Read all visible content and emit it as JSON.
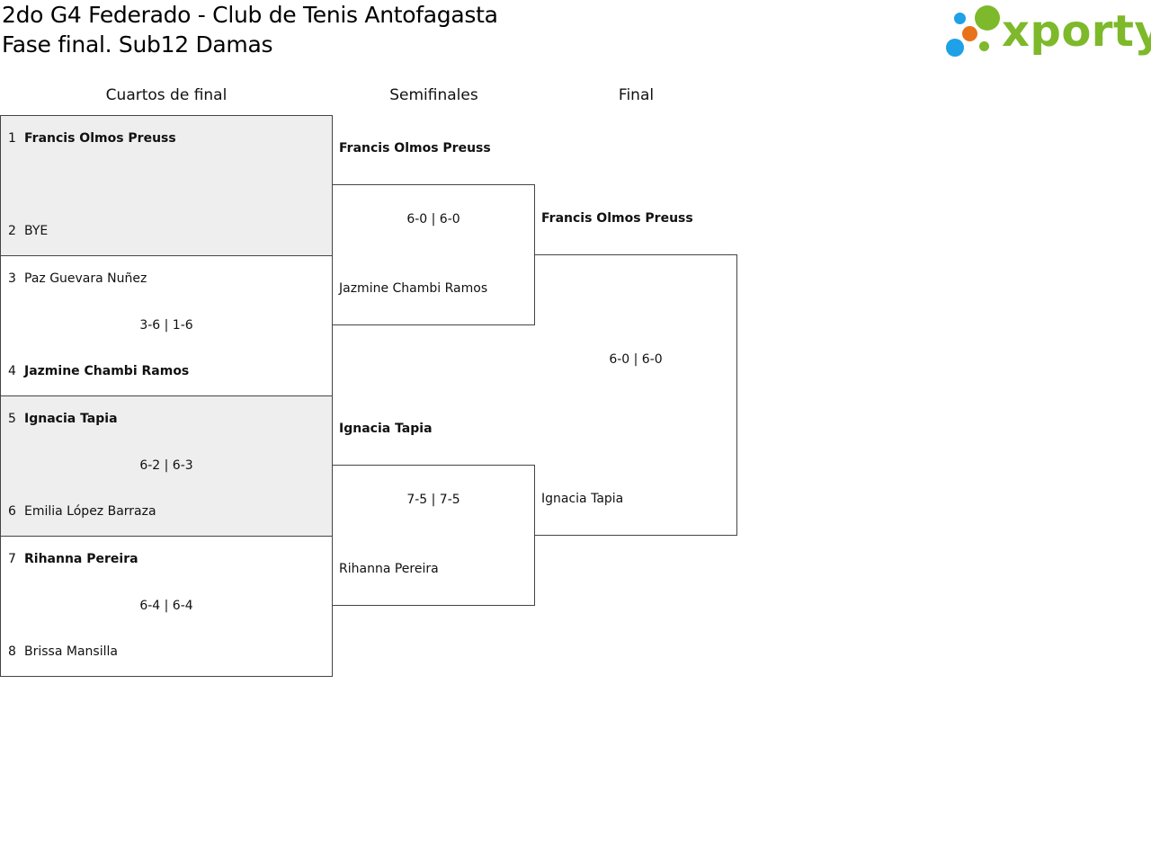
{
  "header": {
    "title_line1": "2do G4 Federado - Club de Tenis Antofagasta",
    "title_line2": "Fase final. Sub12 Damas"
  },
  "logo": {
    "wordmark": "xporty",
    "colors": {
      "green": "#7db92a",
      "blue": "#1ea1e6",
      "orange": "#e8711b"
    }
  },
  "rounds": {
    "quarterfinals": "Cuartos de final",
    "semifinals": "Semifinales",
    "final": "Final"
  },
  "quarterfinals": [
    {
      "p1_seed": "1",
      "p1_name": "Francis Olmos Preuss",
      "p2_seed": "2",
      "p2_name": "BYE",
      "score": "",
      "winner": 1
    },
    {
      "p1_seed": "3",
      "p1_name": "Paz Guevara Nuñez",
      "p2_seed": "4",
      "p2_name": "Jazmine Chambi Ramos",
      "score": "3-6 | 1-6",
      "winner": 2
    },
    {
      "p1_seed": "5",
      "p1_name": "Ignacia Tapia",
      "p2_seed": "6",
      "p2_name": "Emilia López Barraza",
      "score": "6-2 | 6-3",
      "winner": 1
    },
    {
      "p1_seed": "7",
      "p1_name": "Rihanna Pereira",
      "p2_seed": "8",
      "p2_name": "Brissa Mansilla",
      "score": "6-4 | 6-4",
      "winner": 1
    }
  ],
  "semifinals": [
    {
      "p1_name": "Francis Olmos Preuss",
      "p2_name": "Jazmine Chambi Ramos",
      "score": "6-0 | 6-0",
      "winner": 1
    },
    {
      "p1_name": "Ignacia Tapia",
      "p2_name": "Rihanna Pereira",
      "score": "7-5 | 7-5",
      "winner": 1
    }
  ],
  "final": {
    "p1_name": "Francis Olmos Preuss",
    "p2_name": "Ignacia Tapia",
    "score": "6-0 | 6-0",
    "winner": 1
  }
}
